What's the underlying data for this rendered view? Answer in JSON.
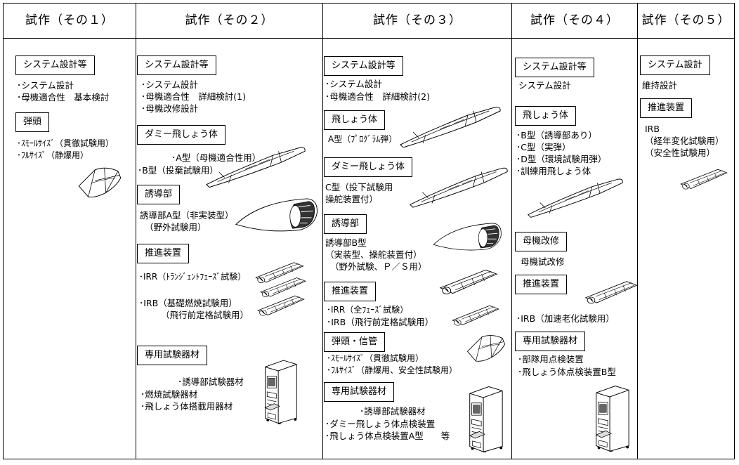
{
  "headers": [
    "試作（その１）",
    "試作（その２）",
    "試作（その３）",
    "試作（その４）",
    "試作（その５）"
  ],
  "col1": {
    "sys_box": "システム設計等",
    "sys_items": [
      "･システム設計",
      "･母機適合性　基本検討"
    ],
    "warhead_box": "弾頭",
    "warhead_items": [
      "･ｽﾓｰﾙｻｲｽﾞ（貫徹試験用）",
      "･ﾌﾙｻｲｽﾞ（静爆用）"
    ]
  },
  "col2": {
    "sys_box": "システム設計等",
    "sys_items": [
      "･システム設計",
      "･母機適合性　詳細検討(1)",
      "･母機改修設計"
    ],
    "dummy_box": "ダミー飛しょう体",
    "dummy_items": [
      "･A型（母機適合性用）",
      "･B型（投棄試験用）"
    ],
    "seeker_box": "誘導部",
    "seeker_items": [
      "誘導部A型（非実装型）",
      "（野外試験用）"
    ],
    "prop_box": "推進装置",
    "prop_items": [
      "･IRR（ﾄﾗﾝｼﾞｪﾝﾄﾌｪｰｽﾞ試験）",
      "･IRB（基礎燃焼試験用）",
      "（飛行前定格試験用）"
    ],
    "equip_box": "専用試験器材",
    "equip_items": [
      "･誘導部試験器材",
      "･燃焼試験器材",
      "･飛しょう体搭載用器材"
    ]
  },
  "col3": {
    "sys_box": "システム設計等",
    "sys_items": [
      "･システム設計",
      "･母機適合性　詳細検討(2)"
    ],
    "missile_box": "飛しょう体",
    "missile_items": [
      "A型（ﾌﾟﾛｸﾞﾗﾑ弾）"
    ],
    "dummy_box": "ダミー飛しょう体",
    "dummy_items": [
      "C型（投下試験用",
      "操舵装置付）"
    ],
    "seeker_box": "誘導部",
    "seeker_items": [
      "誘導部B型",
      "（実装型、操舵装置付）",
      "（野外試験、Ｐ／Ｓ用）"
    ],
    "prop_box": "推進装置",
    "prop_items": [
      "･IRR（全ﾌｪｰｽﾞ試験）",
      "･IRB（飛行前定格試験用）"
    ],
    "warhead_box": "弾頭・信管",
    "warhead_items": [
      "･ｽﾓｰﾙｻｲｽﾞ（貫徹試験用）",
      "･ﾌﾙｻｲｽﾞ（静爆用、安全性試験用）"
    ],
    "equip_box": "専用試験器材",
    "equip_items": [
      "･誘導部試験器材",
      "･ダミー飛しょう体点検装置",
      "･飛しょう体点検装置A型　　等"
    ]
  },
  "col4": {
    "sys_box": "システム設計等",
    "sys_items": [
      "システム設計"
    ],
    "missile_box": "飛しょう体",
    "missile_items": [
      "･B型（誘導部あり）",
      "･C型（実弾）",
      "･D型（環境試験用弾）",
      "･訓練用飛しょう体"
    ],
    "mod_box": "母機改修",
    "mod_items": [
      "母機試改修"
    ],
    "prop_box": "推進装置",
    "prop_items": [
      "･IRB（加速老化試験用）"
    ],
    "equip_box": "専用試験器材",
    "equip_items": [
      "･部隊用点検装置",
      "･飛しょう体点検装置B型"
    ]
  },
  "col5": {
    "sys_box": "システム設計",
    "sys_items": [
      "維持設計"
    ],
    "prop_box": "推進装置",
    "prop_items": [
      "IRB",
      "（経年変化試験用）",
      "（安全性試験用）"
    ]
  },
  "illustrations": [
    "warhead-icon",
    "missile-icon",
    "seeker-icon",
    "motor-icon",
    "test-equipment-rack-icon"
  ]
}
